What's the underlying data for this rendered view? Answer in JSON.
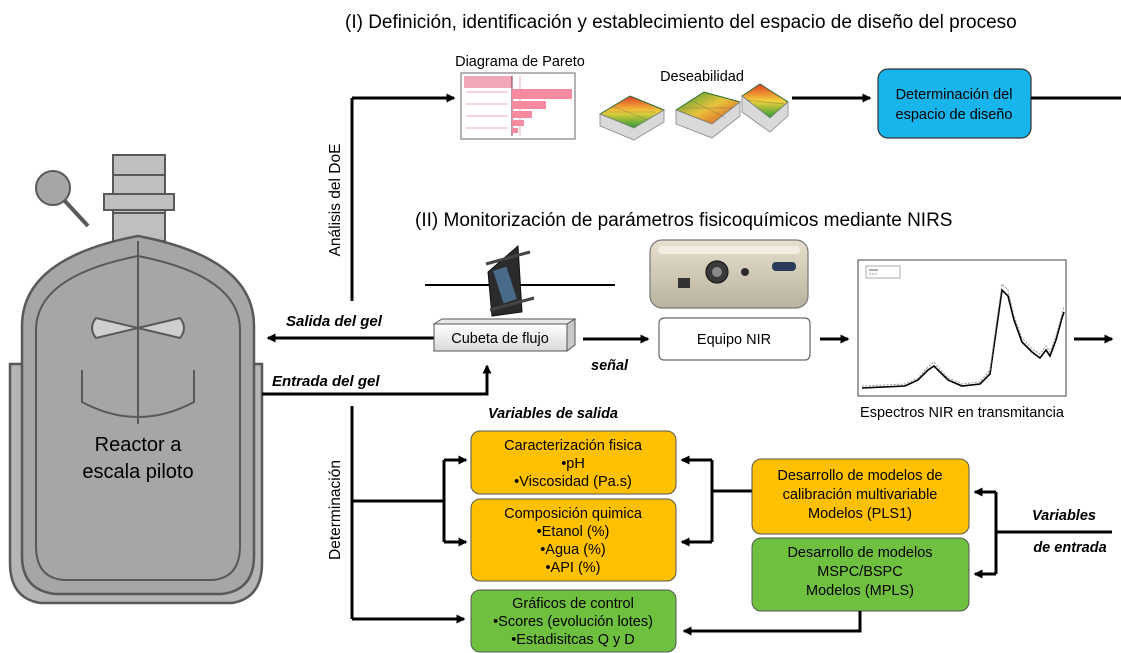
{
  "titles": {
    "section_1": "(I) Definición, identificación y establecimiento del espacio de diseño del proceso",
    "section_2": "(II) Monitorización de parámetros fisicoquímicos mediante NIRS"
  },
  "top": {
    "pareto_label": "Diagrama de Pareto",
    "desirability_label": "Deseabilidad",
    "design_space": [
      "Determinación del",
      "espacio de diseño"
    ]
  },
  "reactor": {
    "label": [
      "Reactor a",
      "escala piloto"
    ]
  },
  "flow": {
    "analysis_label": "Análisis del DoE",
    "determination_label": "Determinación",
    "gel_out": "Salida del gel",
    "gel_in": "Entrada del gel",
    "flow_cell": "Cubeta de flujo",
    "signal": "señal",
    "nir_equipment": "Equipo NIR",
    "spectra_caption": "Espectros NIR en transmitancia"
  },
  "outputs": {
    "heading": "Variables de salida",
    "physical": [
      "Caracterización fisica",
      "•pH",
      "•Viscosidad (Pa.s)"
    ],
    "chemical": [
      "Composición quimica",
      "•Etanol (%)",
      "•Agua (%)",
      "•API (%)"
    ],
    "control": [
      "Gráficos de control",
      "•Scores (evolución lotes)",
      "•Estadisitcas Q y D"
    ]
  },
  "models": {
    "calibration": [
      "Desarrollo de modelos de",
      "calibración multivariable",
      "Modelos (PLS1)"
    ],
    "mspc": [
      "Desarrollo de modelos",
      "MSPC/BSPC",
      "Modelos (MPLS)"
    ]
  },
  "inputs": {
    "heading": [
      "Variables",
      "de entrada"
    ]
  },
  "colors": {
    "orange": "#FFC000",
    "green": "#70C040",
    "blue": "#18B4EC",
    "reactor_gray": "#A6A6A6",
    "reactor_dark": "#595959"
  }
}
